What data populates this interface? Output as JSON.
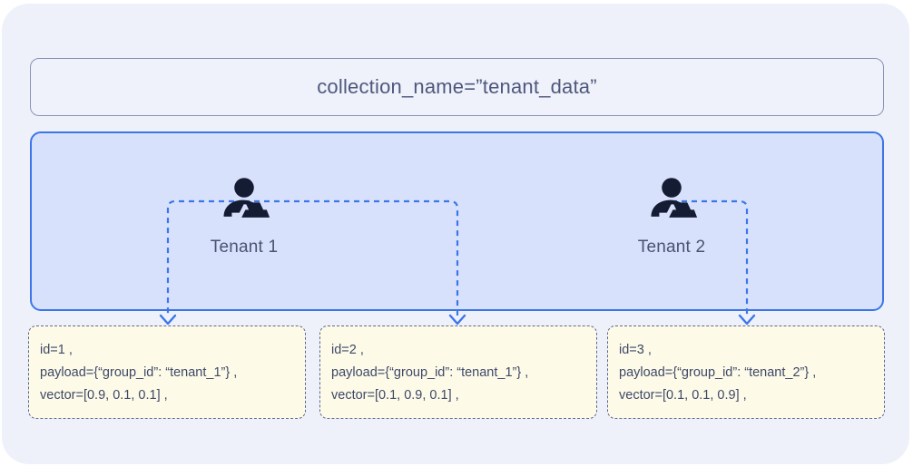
{
  "collection": {
    "title": "collection_name=”tenant_data”"
  },
  "tenants": [
    {
      "label": "Tenant 1",
      "icon": "person-at-laptop-icon"
    },
    {
      "label": "Tenant 2",
      "icon": "person-at-laptop-icon"
    }
  ],
  "records": [
    {
      "id_line": "id=1 ,",
      "payload_line": "payload={“group_id”: “tenant_1”} ,",
      "vector_line": "vector=[0.9, 0.1, 0.1] ,"
    },
    {
      "id_line": "id=2 ,",
      "payload_line": "payload={“group_id”: “tenant_1”} ,",
      "vector_line": "vector=[0.1, 0.9, 0.1] ,"
    },
    {
      "id_line": "id=3 ,",
      "payload_line": "payload={“group_id”: “tenant_2”} ,",
      "vector_line": "vector=[0.1, 0.1, 0.9] ,"
    }
  ],
  "colors": {
    "page_background": "#ffffff",
    "outer_panel": "#eef1fa",
    "collection_box_border": "#8b93b8",
    "collection_text": "#4e587c",
    "tenant_panel_fill": "#d8e1fb",
    "tenant_panel_border": "#3b76e8",
    "tenant_label_text": "#4a5472",
    "tenant_icon": "#141c33",
    "connector": "#3b76e8",
    "card_fill": "#fdfbe8",
    "card_border": "#5b6794",
    "card_text": "#3f4868"
  }
}
